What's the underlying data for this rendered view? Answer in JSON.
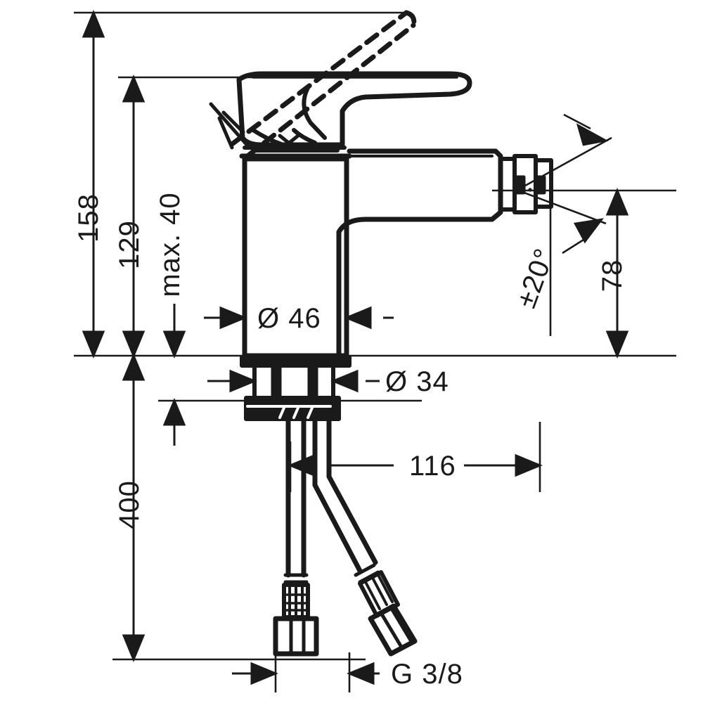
{
  "drawing": {
    "title": "Bidet mixer technical dimension drawing",
    "units": "mm",
    "line_color": "#1a1a1a",
    "background": "#ffffff"
  },
  "dimensions": {
    "height_total": {
      "label": "158",
      "orientation": "vertical",
      "unit": "mm"
    },
    "height_spout": {
      "label": "129",
      "orientation": "vertical",
      "unit": "mm"
    },
    "mounting_thickness": {
      "label": "max. 40",
      "orientation": "vertical",
      "unit": "mm"
    },
    "body_diameter": {
      "label": "Ø 46",
      "orientation": "horizontal",
      "unit": "mm"
    },
    "base_diameter": {
      "label": "Ø 34",
      "orientation": "horizontal",
      "unit": "mm"
    },
    "hose_length": {
      "label": "400",
      "orientation": "vertical",
      "unit": "mm"
    },
    "projection": {
      "label": "116",
      "orientation": "horizontal",
      "unit": "mm"
    },
    "outlet_height": {
      "label": "78",
      "orientation": "vertical",
      "unit": "mm"
    },
    "swivel_angle": {
      "label": "±20°",
      "orientation": "angular",
      "unit": "deg"
    },
    "thread_size": {
      "label": "G 3/8",
      "orientation": "horizontal",
      "unit": "inch"
    }
  },
  "parts": {
    "lever_handle": "lever-handle",
    "lever_handle_raised": "lever-handle-raised-dashed",
    "body": "mixer-body",
    "spout": "spout-arm",
    "aerator": "aerator-head",
    "escutcheon": "base-escutcheon",
    "shank": "mounting-shank",
    "nut": "mounting-nut",
    "hose_left": "flexible-hose-left",
    "hose_right": "flexible-hose-right",
    "fitting_left": "hose-nut-left",
    "fitting_right": "hose-nut-right"
  }
}
